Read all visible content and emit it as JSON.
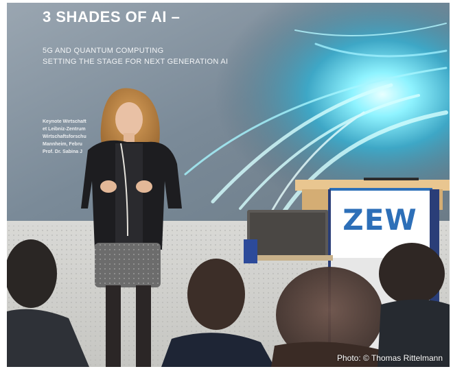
{
  "slide": {
    "title": "3 SHADES OF AI –",
    "subtitle_lines": [
      "5G AND QUANTUM COMPUTING",
      "SETTING THE STAGE FOR NEXT GENERATION AI"
    ],
    "notes_lines": [
      "Keynote Wirtschaft",
      "et Leibniz-Zentrum",
      "Wirtschaftsforschu",
      "Mannheim, Febru",
      "Prof. Dr. Sabina J"
    ]
  },
  "lectern": {
    "logo_text": "ZEW"
  },
  "photo_credit": "Photo: © Thomas Rittelmann",
  "colors": {
    "slide_bg": "#8f9aa5",
    "tunnel_glow": "#7df0ff",
    "lectern_wood": "#e9c690",
    "logo_blue": "#2d6fb8"
  }
}
